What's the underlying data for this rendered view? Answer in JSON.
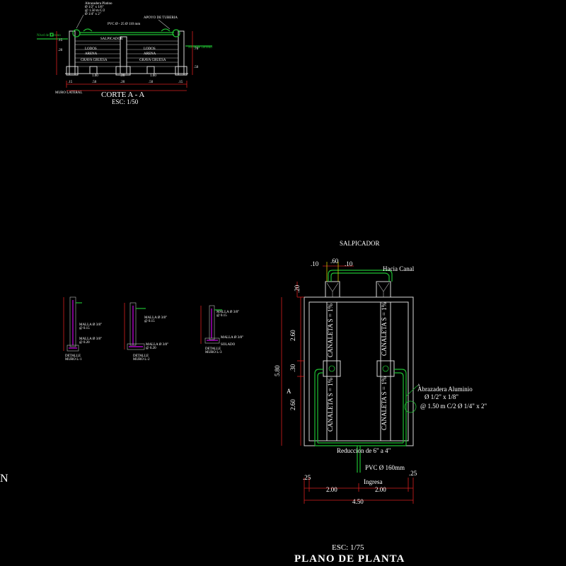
{
  "corte": {
    "title": "CORTE  A - A",
    "scale": "ESC: 1/50",
    "labels": {
      "abrazadera": "Abrazadera Platino",
      "abrazadera_dim1": "Ø 1/2\" x 1/8\"",
      "abrazadera_dim2": "@ 1.50 m C/2",
      "abrazadera_dim3": "Ø 1/4\" x 2\"",
      "apoyo": "APOYO DE TUBERIA",
      "pvc": "PVC Ø - 25 Ø 110 mm",
      "salpicador": "SALPICADOR",
      "lodos_1": "LODOS",
      "lodos_2": "LODOS",
      "arena_1": "ARENA",
      "arena_2": "ARENA",
      "grava_1": "GRAVA GRUESA",
      "grava_2": "GRAVA GRUESA",
      "muro": "MURO LATERAL",
      "nivel_izq": "Nivel de Terreno",
      "nivel_der": "Nivel de Terreno"
    },
    "dims": [
      ".15",
      ".50",
      ".20",
      ".50",
      ".15",
      "1.00",
      ".20",
      "1.00",
      ".15",
      ".20",
      ".70",
      ".50"
    ]
  },
  "details": {
    "d1": {
      "labels": [
        "MALLA Ø 3/8\"",
        "@ 0.15",
        "MALLA Ø 3/8\"",
        "@ 0.20",
        "DETALLE",
        "MURO L-1"
      ]
    },
    "d2": {
      "labels": [
        "MALLA Ø 3/8\"",
        "@ 0.15",
        "MALLA Ø 3/8\"",
        "@ 0.20",
        "DETALLE",
        "MURO L-2"
      ]
    },
    "d3": {
      "labels": [
        "MALLA Ø 3/8\"",
        "@ 0.15",
        "MALLA Ø 3/8\"",
        "SOLADO",
        "DETALLE",
        "MURO L-3"
      ]
    }
  },
  "planta": {
    "title": "PLANO DE PLANTA",
    "scale": "ESC: 1/75",
    "hacia_canal": "Hacia Canal",
    "canaleta": "CANALETA S = 1%",
    "salpicador": "SALPICADOR",
    "abrazadera_1": "Abrazadera Aluminio",
    "abrazadera_2": "Ø 1/2\" x 1/8\"",
    "abrazadera_3": "@ 1.50 m C/2 Ø 1/4\" x 2\"",
    "reduccion": "Reduccion de 6\" a 4\"",
    "pvc": "PVC Ø 160mm",
    "ingresa": "Ingresa",
    "section_mark": "A",
    "dims": {
      "top_10a": ".10",
      "top_60": ".60",
      "top_10b": ".10",
      "v_20": ".20",
      "v_260a": "2.60",
      "v_30": ".30",
      "v_260b": "2.60",
      "v_580": "5.80",
      "h_25a": ".25",
      "h_200a": "2.00",
      "h_200b": "2.00",
      "h_25b": ".25",
      "h_450": "4.50"
    }
  },
  "edge_text": "N"
}
